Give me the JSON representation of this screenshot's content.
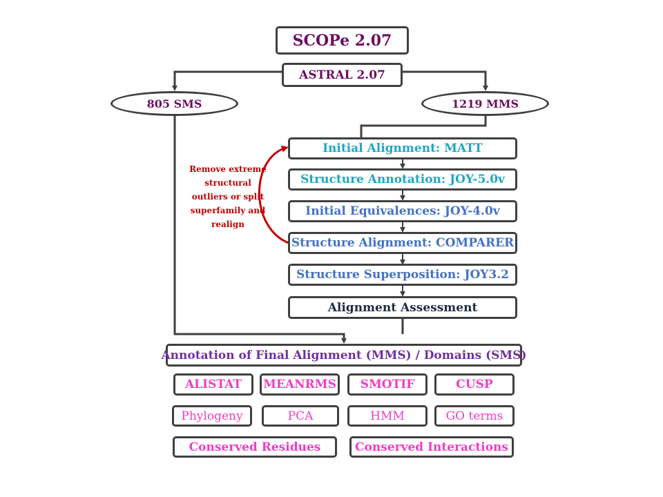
{
  "top": {
    "title": "SCOPe 2.07",
    "sub": "ASTRAL 2.07"
  },
  "branches": {
    "sms": "805 SMS",
    "mms": "1219 MMS"
  },
  "pipeline": {
    "matt": "Initial Alignment: MATT",
    "joy5": "Structure Annotation: JOY-5.0v",
    "joy4": "Initial Equivalences: JOY-4.0v",
    "comparer": "Structure Alignment: COMPARER",
    "joy32": "Structure Superposition: JOY3.2",
    "assessment": "Alignment Assessment"
  },
  "loop_note": [
    "Remove extreme",
    "structural",
    "outliers or split",
    "superfamily and",
    "realign"
  ],
  "annotation": "Annotation of Final Alignment (MMS) / Domains (SMS)",
  "tools": [
    "ALISTAT",
    "MEANRMS",
    "SMOTIF",
    "CUSP"
  ],
  "analyses": [
    "Phylogeny",
    "PCA",
    "HMM",
    "GO terms"
  ],
  "conserved": [
    "Conserved Residues",
    "Conserved Interactions"
  ],
  "colors": {
    "purple": "#6a0f63",
    "teal": "#1ea6c4",
    "blue": "#4472c4",
    "navy": "#1f2a44",
    "violet": "#7030a0",
    "magenta": "#f03cc8",
    "red": "#c00000",
    "line": "#3f3f3f"
  }
}
